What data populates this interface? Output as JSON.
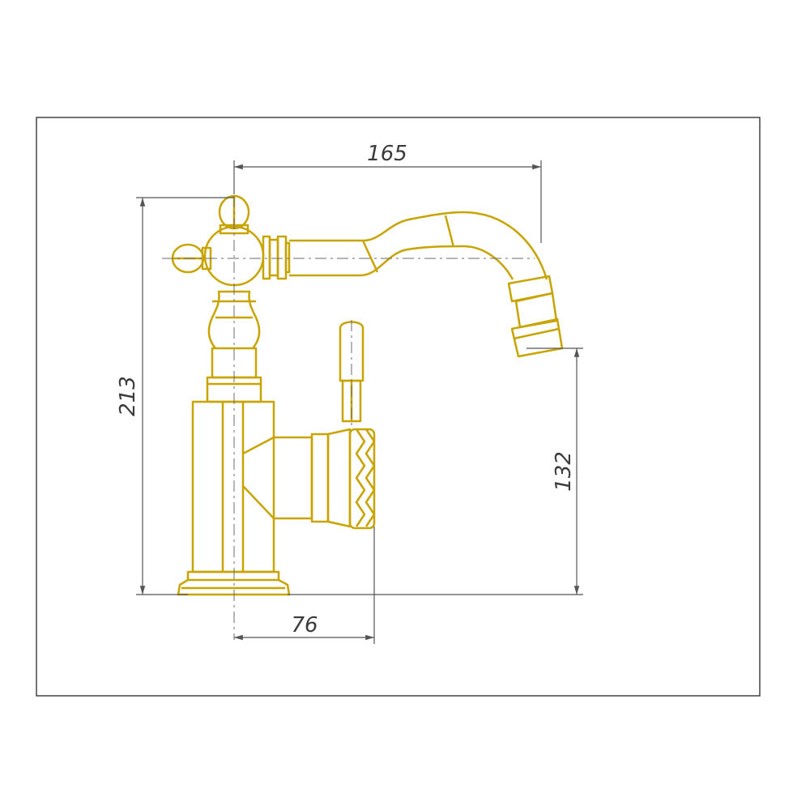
{
  "drawing": {
    "dimensions": {
      "width_overall": "165",
      "height_overall": "213",
      "spout_clearance": "132",
      "handle_offset": "76"
    },
    "colors": {
      "outline": "#c8a400",
      "dimension_line": "#555555",
      "frame": "#444444",
      "centerline": "#6b6b6b"
    }
  }
}
